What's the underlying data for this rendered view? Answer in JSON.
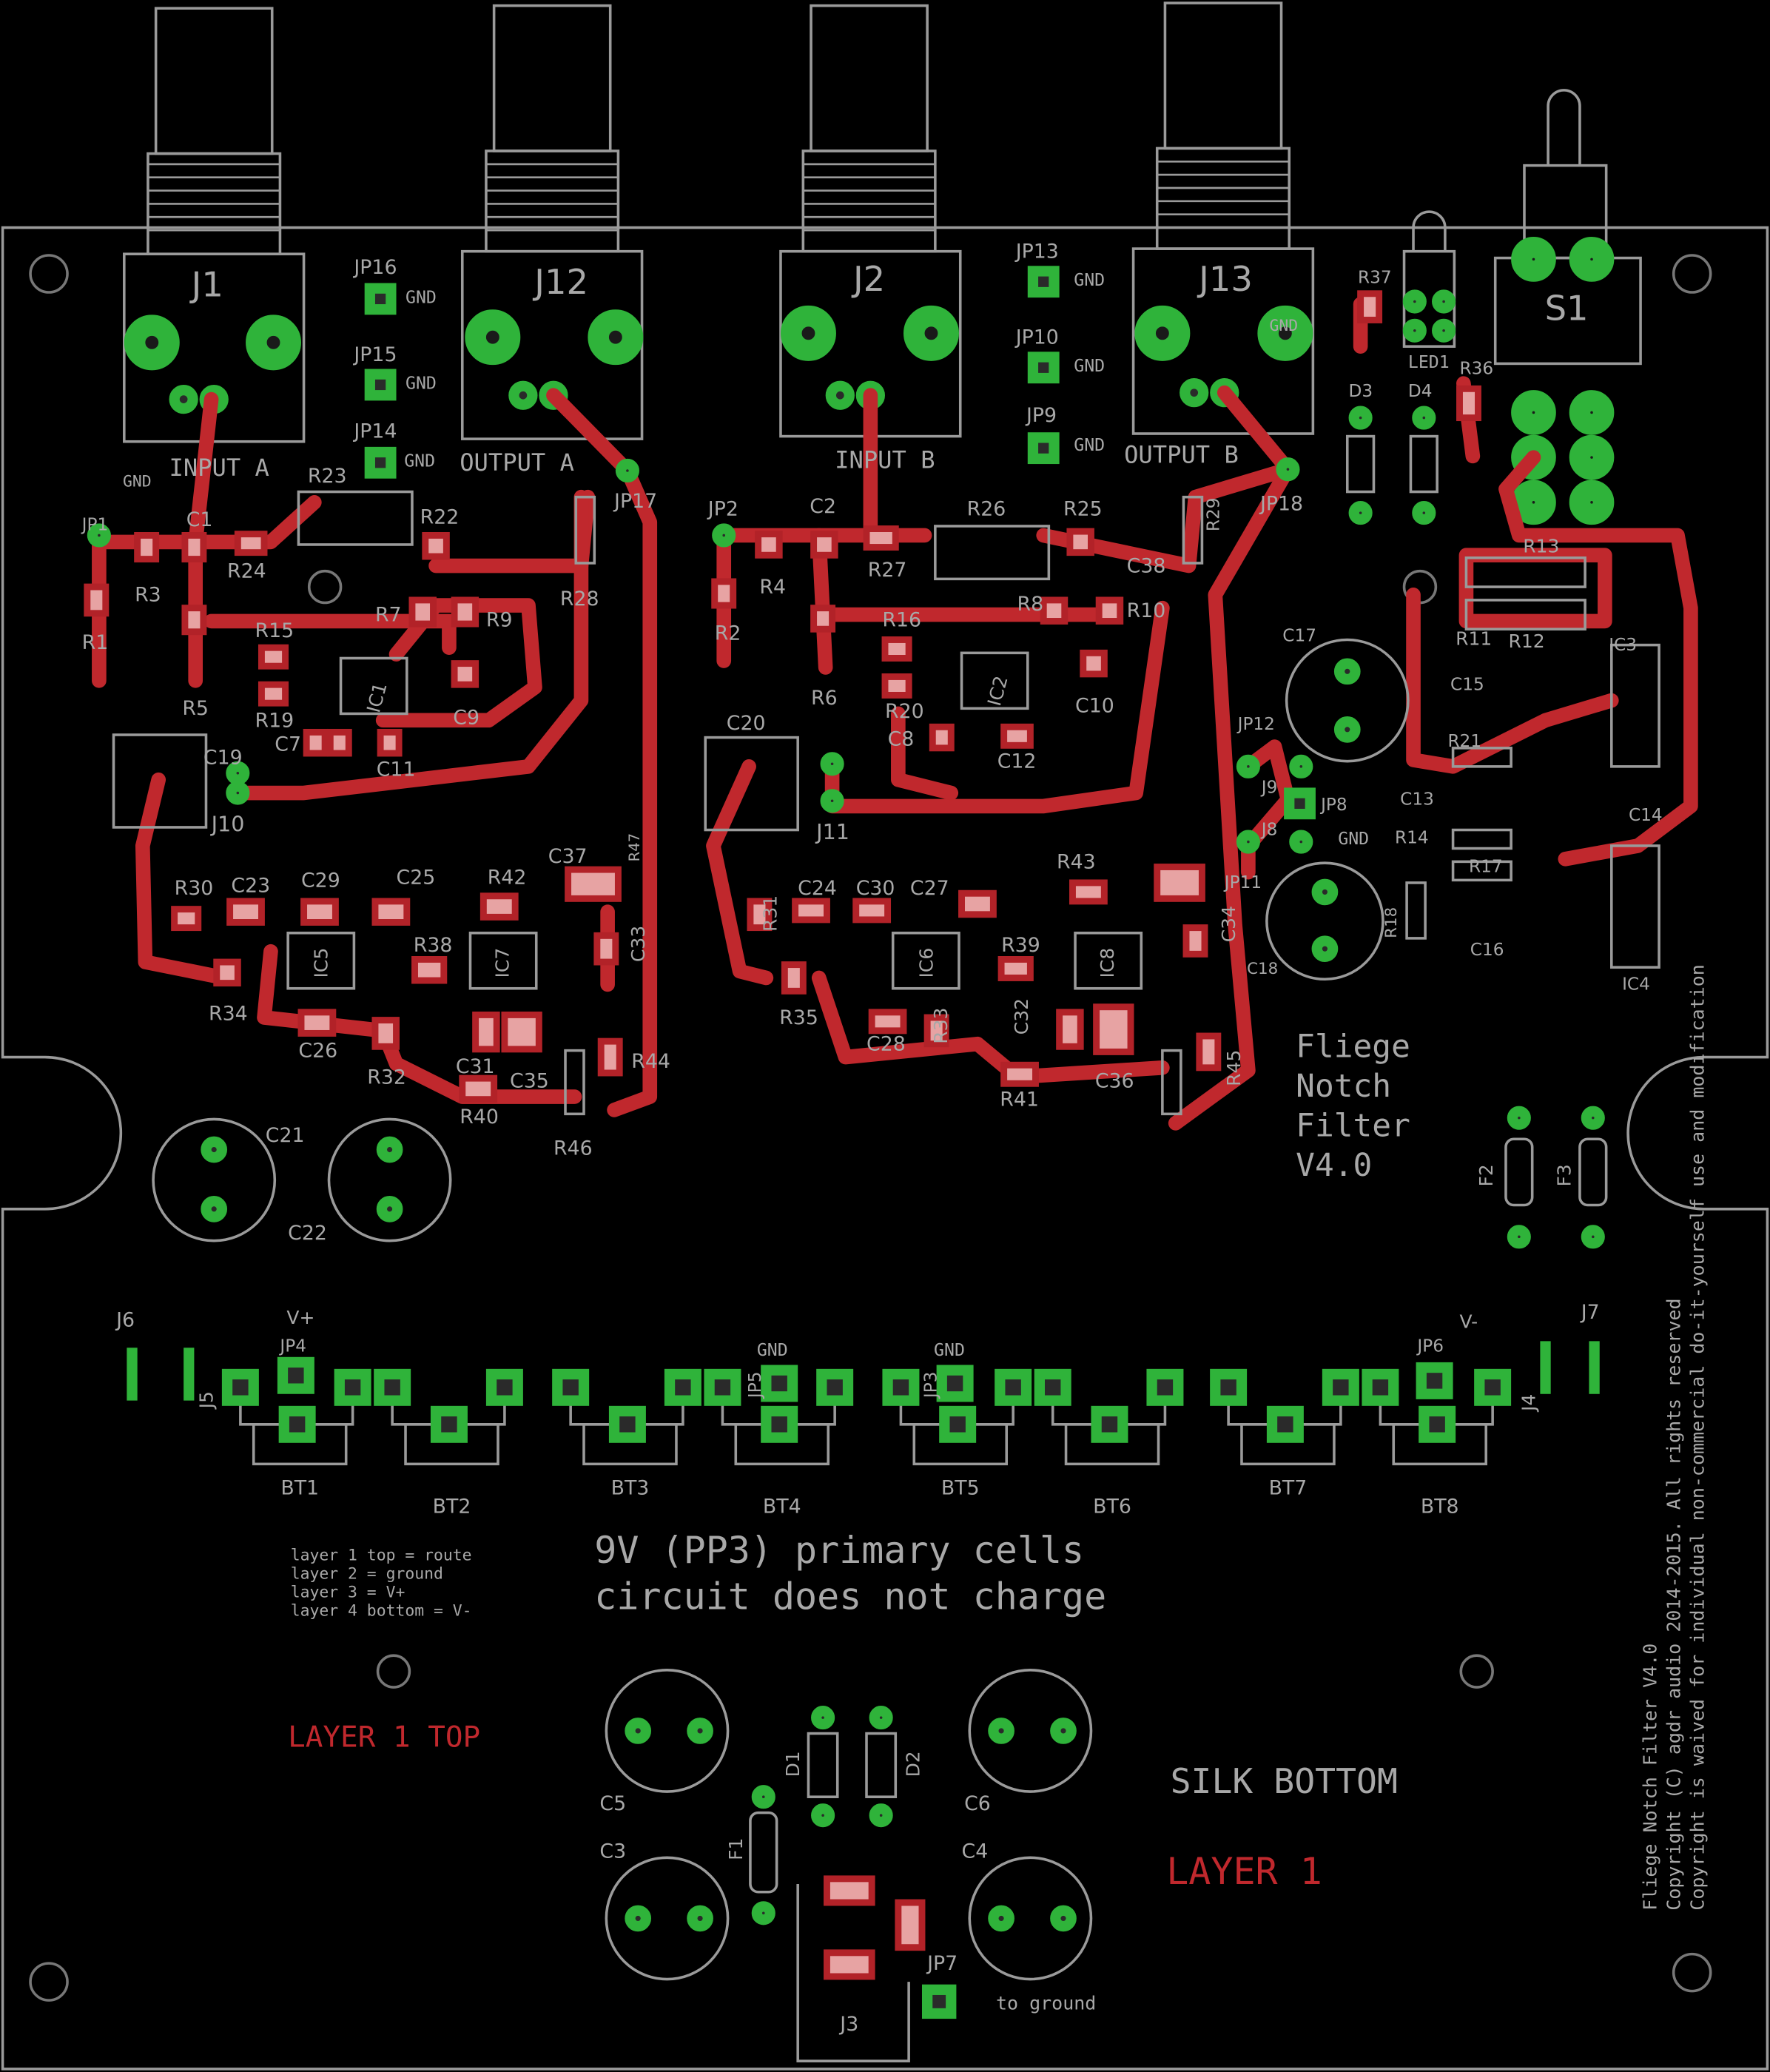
{
  "colors": {
    "background": "#000000",
    "silkscreen": "#a8a8a8",
    "copper_top": "#c0282d",
    "pad": "#2fb33a",
    "smd_pad": "#e7a3a3"
  },
  "board": {
    "title_lines": [
      "Fliege",
      "Notch",
      "Filter",
      "V4.0"
    ],
    "battery_note_1": "9V (PP3) primary cells",
    "battery_note_2": "circuit does not charge",
    "layer_notes": [
      "layer 1 top = route",
      "layer 2 = ground",
      "layer 3 = V+",
      "layer 4 bottom = V-"
    ],
    "layer1_top": "LAYER 1 TOP",
    "silk_bottom": "SILK BOTTOM",
    "layer1": "LAYER 1",
    "to_ground": "to ground",
    "copyright_lines": [
      "Fliege Notch Filter V4.0",
      "Copyright (C) agdr audio 2014-2015. All rights reserved",
      "Copyright is waived for individual non-commercial do-it-yourself use and modification"
    ]
  },
  "connectors": {
    "J1": "J1",
    "J12": "J12",
    "J2": "J2",
    "J13": "J13",
    "S1": "S1",
    "LED1": "LED1",
    "input_a": "INPUT A",
    "output_a": "OUTPUT A",
    "input_b": "INPUT B",
    "output_b": "OUTPUT B"
  },
  "labels": {
    "gnd": "GND",
    "vplus": "V+",
    "vminus": "V-"
  },
  "batteries": [
    "BT1",
    "BT2",
    "BT3",
    "BT4",
    "BT5",
    "BT6",
    "BT7",
    "BT8"
  ],
  "refdes": {
    "JP16": "JP16",
    "JP15": "JP15",
    "JP14": "JP14",
    "JP13": "JP13",
    "JP10": "JP10",
    "JP9": "JP9",
    "JP1": "JP1",
    "JP2": "JP2",
    "JP17": "JP17",
    "JP18": "JP18",
    "JP12": "JP12",
    "JP8": "JP8",
    "JP11": "JP11",
    "JP4": "JP4",
    "JP5": "JP5",
    "JP3": "JP3",
    "JP6": "JP6",
    "JP7": "JP7",
    "J10": "J10",
    "J11": "J11",
    "J9": "J9",
    "J8": "J8",
    "J6": "J6",
    "J5": "J5",
    "J4": "J4",
    "J7": "J7",
    "J3": "J3",
    "R1": "R1",
    "R2": "R2",
    "R3": "R3",
    "R4": "R4",
    "R5": "R5",
    "R6": "R6",
    "R7": "R7",
    "R8": "R8",
    "R9": "R9",
    "R10": "R10",
    "R11": "R11",
    "R12": "R12",
    "R13": "R13",
    "R14": "R14",
    "R15": "R15",
    "R16": "R16",
    "R17": "R17",
    "R18": "R18",
    "R19": "R19",
    "R20": "R20",
    "R21": "R21",
    "R22": "R22",
    "R23": "R23",
    "R24": "R24",
    "R25": "R25",
    "R26": "R26",
    "R27": "R27",
    "R28": "R28",
    "R29": "R29",
    "R30": "R30",
    "R31": "R31",
    "R32": "R32",
    "R33": "R33",
    "R34": "R34",
    "R35": "R35",
    "R36": "R36",
    "R37": "R37",
    "R38": "R38",
    "R39": "R39",
    "R40": "R40",
    "R41": "R41",
    "R42": "R42",
    "R43": "R43",
    "R44": "R44",
    "R45": "R45",
    "R46": "R46",
    "R47": "R47",
    "C1": "C1",
    "C2": "C2",
    "C3": "C3",
    "C4": "C4",
    "C5": "C5",
    "C6": "C6",
    "C7": "C7",
    "C8": "C8",
    "C9": "C9",
    "C10": "C10",
    "C11": "C11",
    "C12": "C12",
    "C13": "C13",
    "C14": "C14",
    "C15": "C15",
    "C16": "C16",
    "C17": "C17",
    "C18": "C18",
    "C19": "C19",
    "C20": "C20",
    "C21": "C21",
    "C22": "C22",
    "C23": "C23",
    "C24": "C24",
    "C25": "C25",
    "C26": "C26",
    "C27": "C27",
    "C28": "C28",
    "C29": "C29",
    "C30": "C30",
    "C31": "C31",
    "C32": "C32",
    "C33": "C33",
    "C34": "C34",
    "C35": "C35",
    "C36": "C36",
    "C37": "C37",
    "C38": "C38",
    "IC1": "IC1",
    "IC2": "IC2",
    "IC3": "IC3",
    "IC4": "IC4",
    "IC5": "IC5",
    "IC6": "IC6",
    "IC7": "IC7",
    "IC8": "IC8",
    "D1": "D1",
    "D2": "D2",
    "D3": "D3",
    "D4": "D4",
    "F1": "F1",
    "F2": "F2",
    "F3": "F3"
  }
}
